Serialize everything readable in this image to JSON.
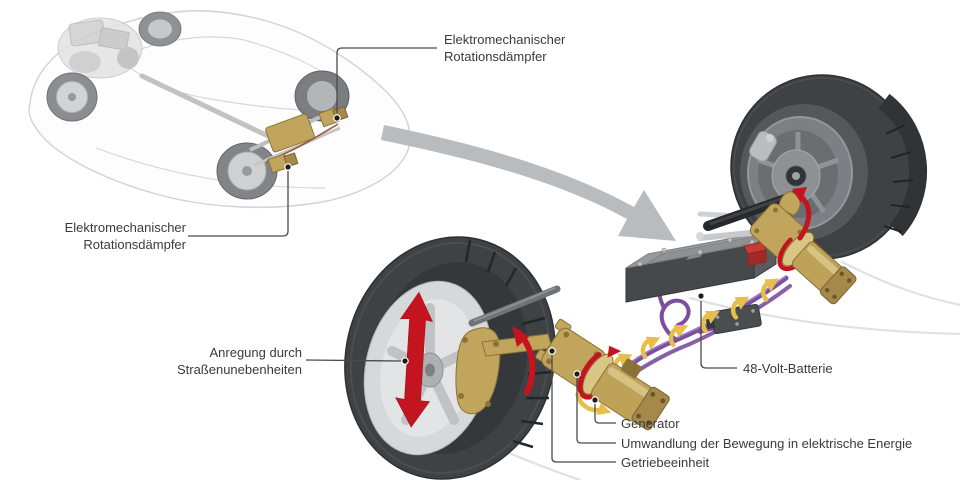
{
  "labels": {
    "rotary_damper_top": {
      "line1": "Elektromechanischer",
      "line2": "Rotationsdämpfer"
    },
    "rotary_damper_left": {
      "line1": "Elektromechanischer",
      "line2": "Rotationsdämpfer"
    },
    "road_excitation": {
      "line1": "Anregung durch",
      "line2": "Straßenunebenheiten"
    },
    "battery_48v": "48-Volt-Batterie",
    "generator": "Generator",
    "energy_conversion": "Umwandlung der Bewegung in elektrische Energie",
    "gear_unit": "Getriebeeinheit"
  },
  "colors": {
    "label_text": "#3a3a3a",
    "leader_line": "#4a4a4a",
    "accent_red": "#c41420",
    "component_gold": "#c2a55c",
    "component_gold_dark": "#8a7238",
    "cable_purple": "#7b4f9e",
    "flow_arrow_yellow": "#e7bd4b",
    "transfer_arrow_gray": "#b9bcbe",
    "tire_gray": "#3e4245",
    "rim_silver": "#d6d8da",
    "battery_gray": "#46494c",
    "battery_top_gray": "#989b9e",
    "ground_line_gray": "#dfe1e2",
    "ghost_car_line": "#d2d2d2"
  }
}
